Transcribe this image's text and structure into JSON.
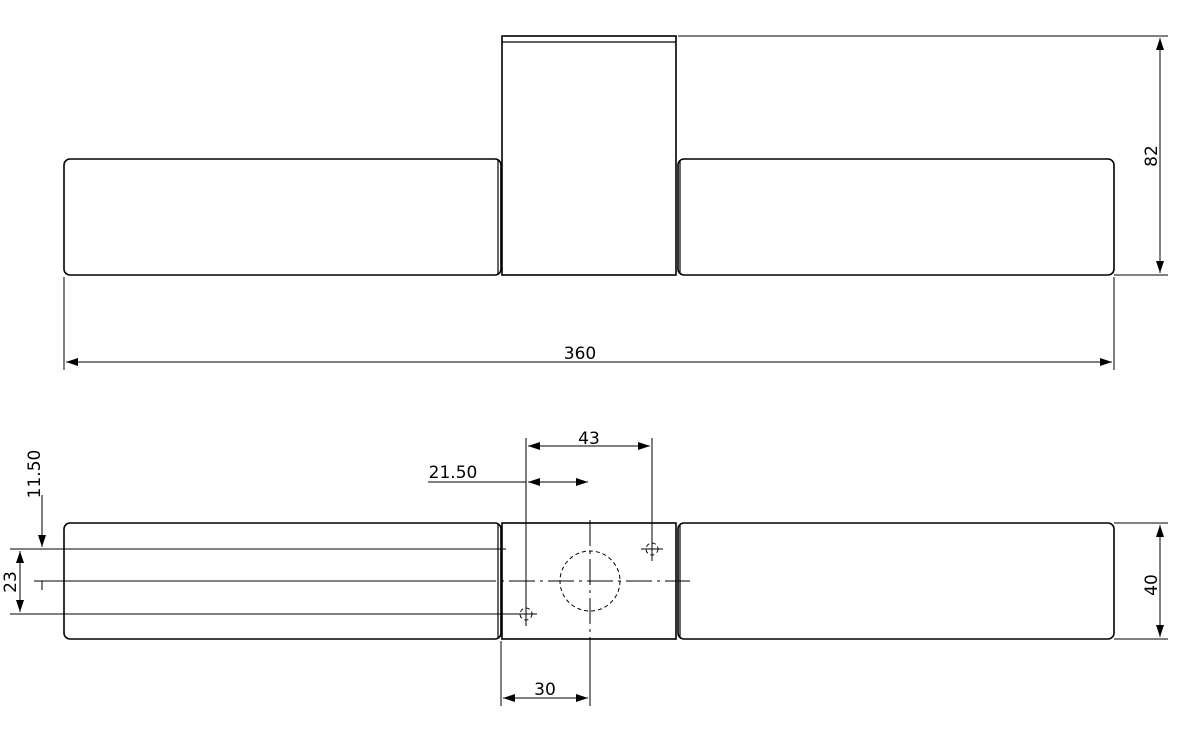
{
  "colors": {
    "line": "#000000",
    "background": "#ffffff"
  },
  "views": {
    "front": {
      "overall_length": "360",
      "overall_height": "82"
    },
    "top": {
      "width": "40",
      "hole_spacing_x": "43",
      "hole_offset_x": "21.50",
      "center_offset_x": "30",
      "hole_offset_y": "11.50",
      "hole_spacing_y": "23"
    }
  }
}
